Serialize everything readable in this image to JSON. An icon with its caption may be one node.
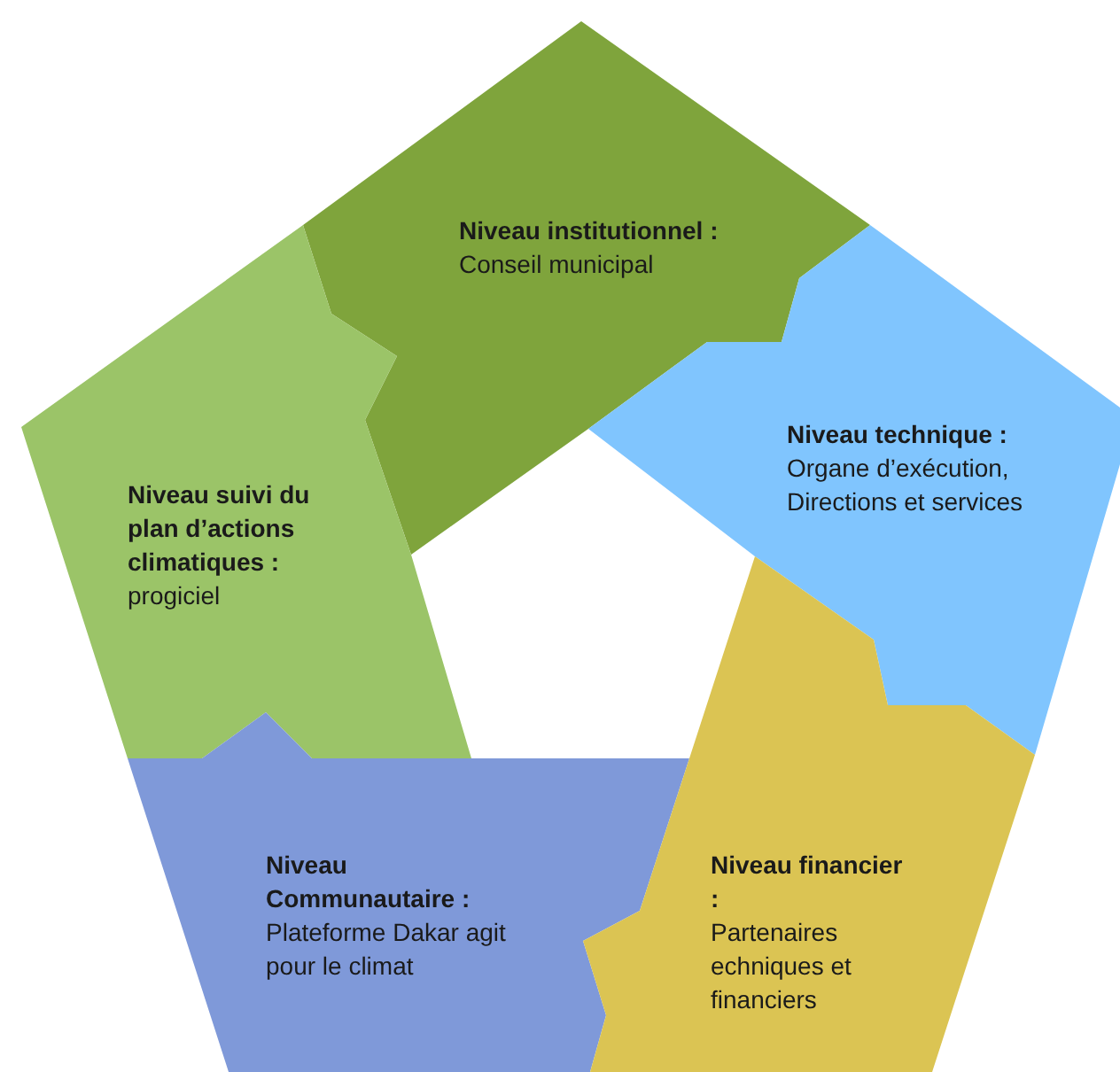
{
  "diagram": {
    "nodes": [
      {
        "text": [
          "Niveau institutionnel :",
          "Conseil municipal"
        ]
      },
      {
        "text": [
          "Niveau technique :",
          "Organe d’exécution, Directions et services"
        ]
      },
      {
        "text": [
          "Niveau suivi du plan d’actions climatiques :",
          "progiciel"
        ]
      },
      {
        "text": [
          "Niveau Communautaire :",
          "Plateforme Dakar agit pour le climat"
        ]
      },
      {
        "text": [
          "Niveau financier :",
          "Partenaires echniques et financiers"
        ]
      }
    ]
  }
}
